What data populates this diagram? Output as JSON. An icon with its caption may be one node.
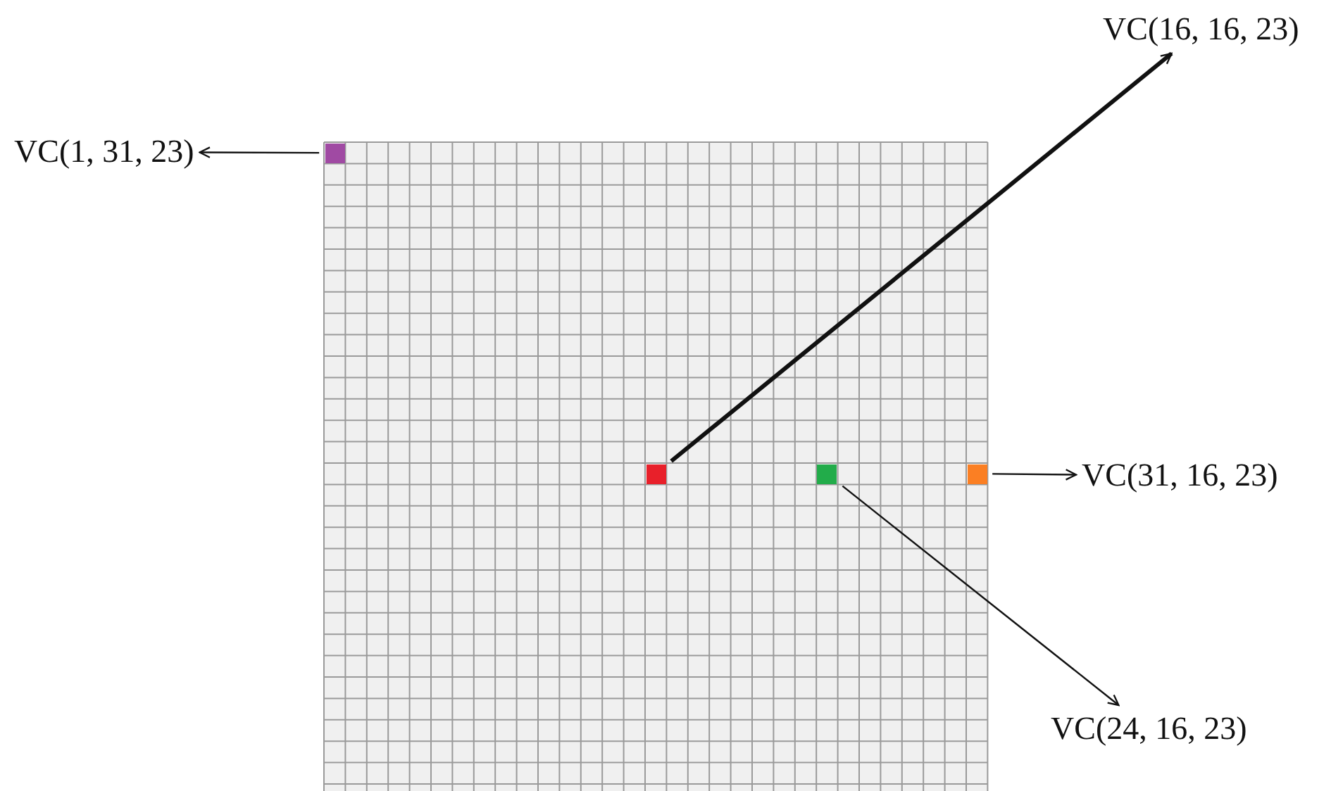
{
  "diagram": {
    "nodes": [
      {
        "text": [
          "VC(1, 31, 23)"
        ]
      },
      {
        "text": [],
        "shape": "box"
      },
      {
        "text": [
          "VC(16, 16, 23)"
        ]
      },
      {
        "text": [],
        "shape": "box"
      },
      {
        "text": [],
        "shape": "box"
      },
      {
        "text": [],
        "shape": "box"
      },
      {
        "text": [
          "VC(31, 16, 23)"
        ]
      },
      {
        "text": [
          "VC(24, 16, 23)"
        ]
      }
    ],
    "edges": [
      {
        "from": 1,
        "to": 0,
        "arrow": "to"
      },
      {
        "from": 3,
        "to": 2,
        "arrow": "to",
        "style": "thick"
      },
      {
        "from": 5,
        "to": 6,
        "arrow": "to"
      },
      {
        "from": 4,
        "to": 7,
        "arrow": "to"
      }
    ]
  }
}
